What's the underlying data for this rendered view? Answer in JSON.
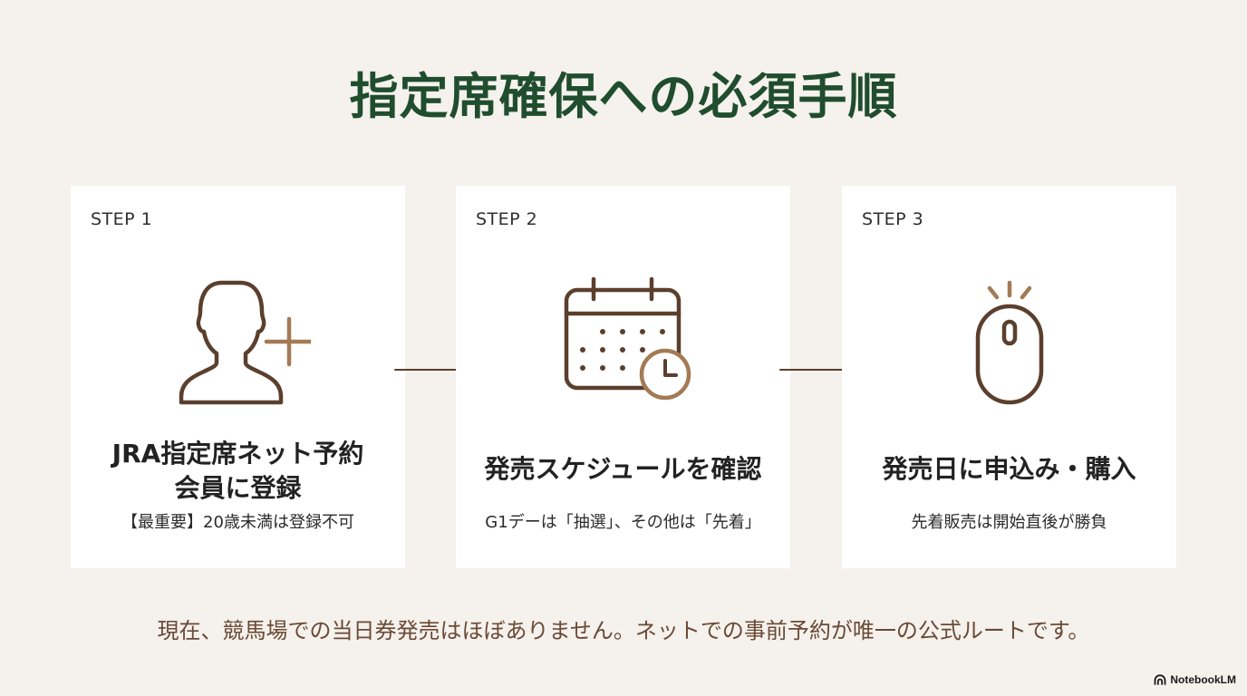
{
  "page": {
    "title": "指定席確保への必須手順",
    "footer": "現在、競馬場での当日券発売はほぼありません。ネットでの事前予約が唯一の公式ルートです。"
  },
  "steps": [
    {
      "label": "STEP 1",
      "title_lines": [
        "JRA指定席ネット予約",
        "会員に登録"
      ],
      "note": "【最重要】20歳未満は登録不可",
      "icon": "add-user-icon"
    },
    {
      "label": "STEP 2",
      "title_lines": [
        "発売スケジュールを確認"
      ],
      "note": "G1デーは「抽選」、その他は「先着」",
      "icon": "calendar-clock-icon"
    },
    {
      "label": "STEP 3",
      "title_lines": [
        "発売日に申込み・購入"
      ],
      "note": "先着販売は開始直後が勝負",
      "icon": "mouse-click-icon"
    }
  ],
  "brand": {
    "name": "NotebookLM",
    "icon": "notebooklm-logo-icon"
  },
  "colors": {
    "background": "#f5f1ec",
    "title": "#1f4d2e",
    "icon_primary": "#5b3f2d",
    "icon_accent": "#a47a55",
    "footer_text": "#6a4a36"
  }
}
